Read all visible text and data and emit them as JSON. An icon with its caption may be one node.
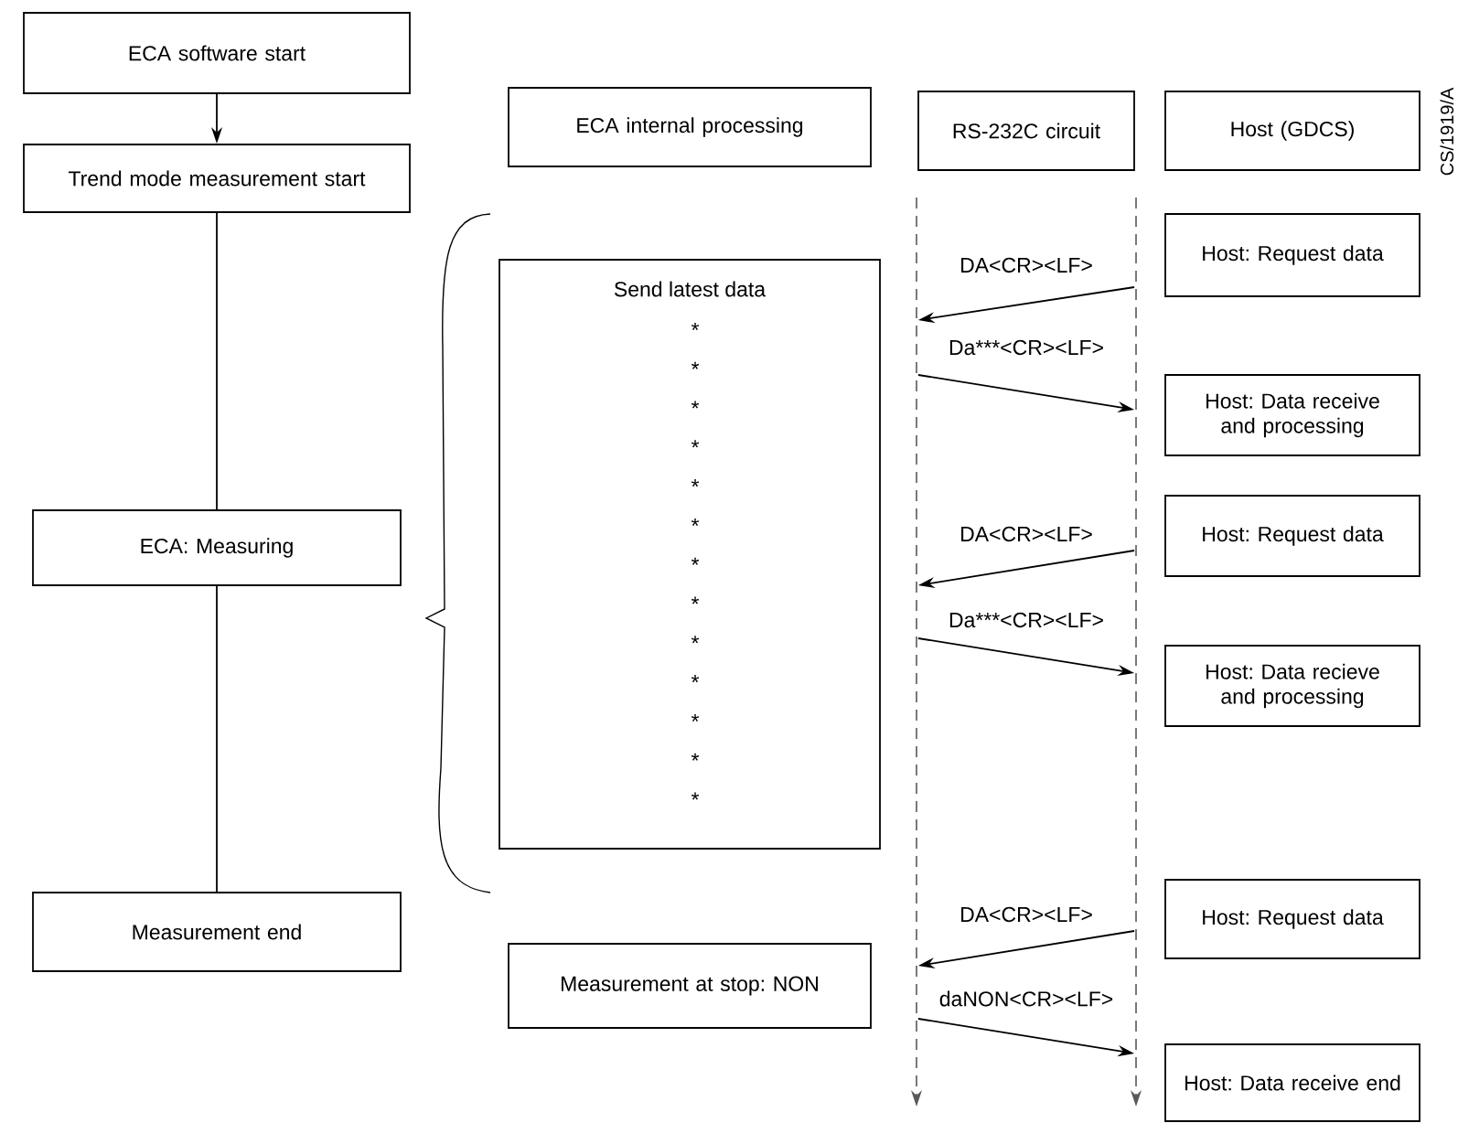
{
  "diagram": {
    "nodes": [
      {
        "text": [
          "ECA software start"
        ]
      },
      {
        "text": [
          "Trend mode measurement start"
        ]
      },
      {
        "text": [
          "ECA: Measuring"
        ]
      },
      {
        "text": [
          "Measurement end"
        ]
      },
      {
        "text": [
          "ECA internal processing"
        ]
      },
      {
        "text": [
          "RS-232C circuit"
        ]
      },
      {
        "text": [
          "Host (GDCS)"
        ]
      },
      {
        "text": [
          "Send latest data",
          "* * * * * * * * * * * * *"
        ]
      },
      {
        "text": [
          "Host: Request data"
        ]
      },
      {
        "text": [
          "Host: Data receive and processing"
        ]
      },
      {
        "text": [
          "Host: Request data"
        ]
      },
      {
        "text": [
          "Host: Data recieve and processing"
        ]
      },
      {
        "text": [
          "Measurement at stop: NON"
        ]
      },
      {
        "text": [
          "Host: Request data"
        ]
      },
      {
        "text": [
          "Host: Data receive end"
        ]
      },
      {
        "text": [],
        "shape": "bar"
      },
      {
        "text": [],
        "shape": "bar"
      }
    ],
    "edges": [
      {
        "from": 0,
        "to": 1,
        "arrow": "to"
      },
      {
        "from": 1,
        "to": 2,
        "arrow": "none"
      },
      {
        "from": 2,
        "to": 3,
        "arrow": "none"
      },
      {
        "from": 16,
        "to": 15,
        "arrow": "to",
        "label": "DA<CR><LF>"
      },
      {
        "from": 15,
        "to": 16,
        "arrow": "to",
        "label": "Da***<CR><LF>"
      },
      {
        "from": 16,
        "to": 15,
        "arrow": "to",
        "label": "DA<CR><LF>"
      },
      {
        "from": 15,
        "to": 16,
        "arrow": "to",
        "label": "Da***<CR><LF>"
      },
      {
        "from": 16,
        "to": 15,
        "arrow": "to",
        "label": "DA<CR><LF>"
      },
      {
        "from": 15,
        "to": 16,
        "arrow": "to",
        "label": "daNON<CR><LF>"
      }
    ],
    "labels": [
      "CS/1919/A"
    ]
  }
}
